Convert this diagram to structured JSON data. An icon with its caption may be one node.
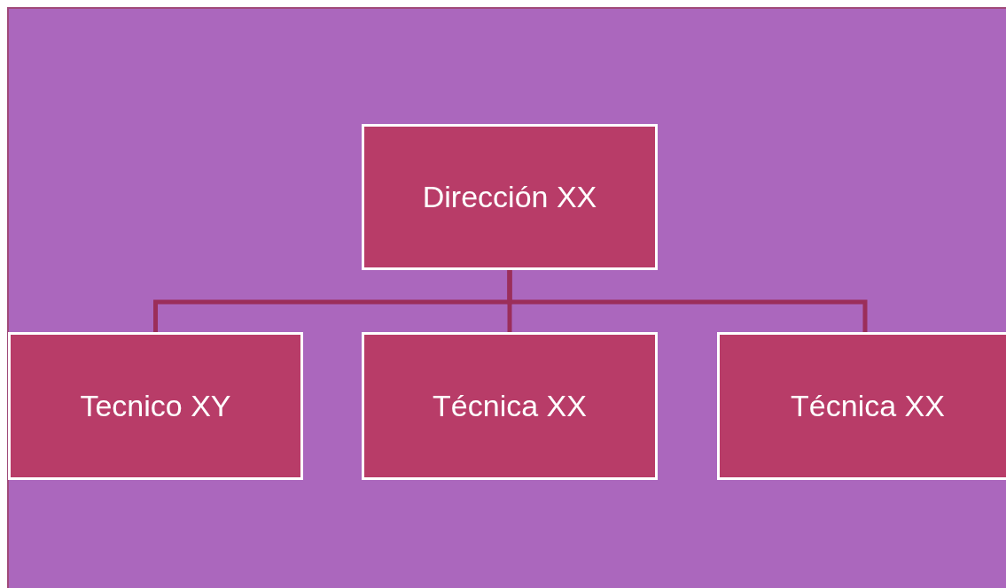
{
  "diagram": {
    "nodes": [
      {
        "text": [
          "Dirección XX"
        ]
      },
      {
        "text": [
          "Tecnico XY"
        ]
      },
      {
        "text": [
          "Técnica XX"
        ]
      },
      {
        "text": [
          "Técnica XX"
        ]
      }
    ],
    "edges": [
      {
        "from": 0,
        "to": 1,
        "arrow": "none"
      },
      {
        "from": 0,
        "to": 2,
        "arrow": "none"
      },
      {
        "from": 0,
        "to": 3,
        "arrow": "none"
      }
    ]
  }
}
